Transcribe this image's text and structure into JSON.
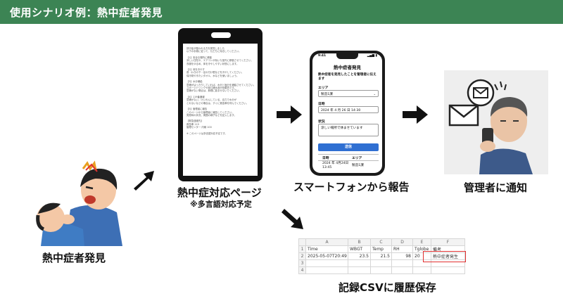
{
  "header": {
    "title": "使用シナリオ例：熱中症者発見"
  },
  "captions": {
    "discovery": "熱中症者発見",
    "page": "熱中症対応ページ",
    "page_note": "※多言語対応予定",
    "report": "スマートフォンから報告",
    "notify": "管理者に通知",
    "csv": "記録CSVに履歴保存"
  },
  "tablet": {
    "lines": [
      "熱中症が疑われる方を発見しました",
      "以下の手順に従って、ただちに対応してください。",
      "",
      "【1】安全な場所に移動",
      "涼しい日陰や、エアコンが効いた室内に移動させてください。",
      "衣服をゆるめ、体を冷やしやすい状態にします。",
      "",
      "【2】体を冷やす",
      "首・わきの下・足の付け根などを冷やしてください。",
      "保冷剤や冷たいタオル、水などを使いましょう。",
      "",
      "【3】水分補給",
      "意識がはっきりしていれば、水分と塩分を補給させてください。",
      "スポーツドリンクや経口補水液が効果的です。",
      "意識がない場合は、無理に飲ませないでください。",
      "",
      "【4】119番通報",
      "意識がない、けいれんしている、自力で水分が",
      "とれないなどの場合は、すぐに救急車を呼んでください。",
      "",
      "【5】管理者に報告",
      "このページから管理者に報告してください。",
      "発見時の状況、周囲の様子などを記入します。",
      "",
      "【緊急連絡先】",
      "救急車 119",
      "管理センター 内線 100",
      "",
      "※ このページは多言語対応予定です。"
    ]
  },
  "phone": {
    "status_time": "9:41",
    "status_icons": "▂▄▆ ▮",
    "title": "熱中症者発見",
    "intro": "熱中症者を発見したことを管理者に伝えます",
    "area_label": "エリア",
    "area_value": "製造1課",
    "datetime_label": "日時",
    "datetime_value": "2024 年 4 月 26 日 14:30",
    "situation_label": "状況",
    "situation_value": "涼しい場所で休ませています",
    "submit_label": "送信",
    "history_col_datetime": "日時",
    "history_col_area": "エリア",
    "history_row_datetime": "2024 年 4月24日 13:45",
    "history_row_area": "製造1課"
  },
  "sheet": {
    "col_headers": [
      "",
      "A",
      "B",
      "C",
      "D",
      "E",
      "F"
    ],
    "row1": [
      "1",
      "Time",
      "WBGT",
      "Temp",
      "RH",
      "Tglobe",
      "備考"
    ],
    "row2": [
      "2",
      "2025-05-07T20:49",
      "23.5",
      "21.5",
      "98",
      "20",
      "熱中症者発生"
    ],
    "row3": [
      "3",
      "",
      "",
      "",
      "",
      "",
      ""
    ],
    "row4": [
      "4",
      "",
      "",
      "",
      "",
      "",
      ""
    ]
  },
  "colors": {
    "header_bg": "#3c8454",
    "submit": "#2f6fd2",
    "highlight": "#e03030"
  }
}
